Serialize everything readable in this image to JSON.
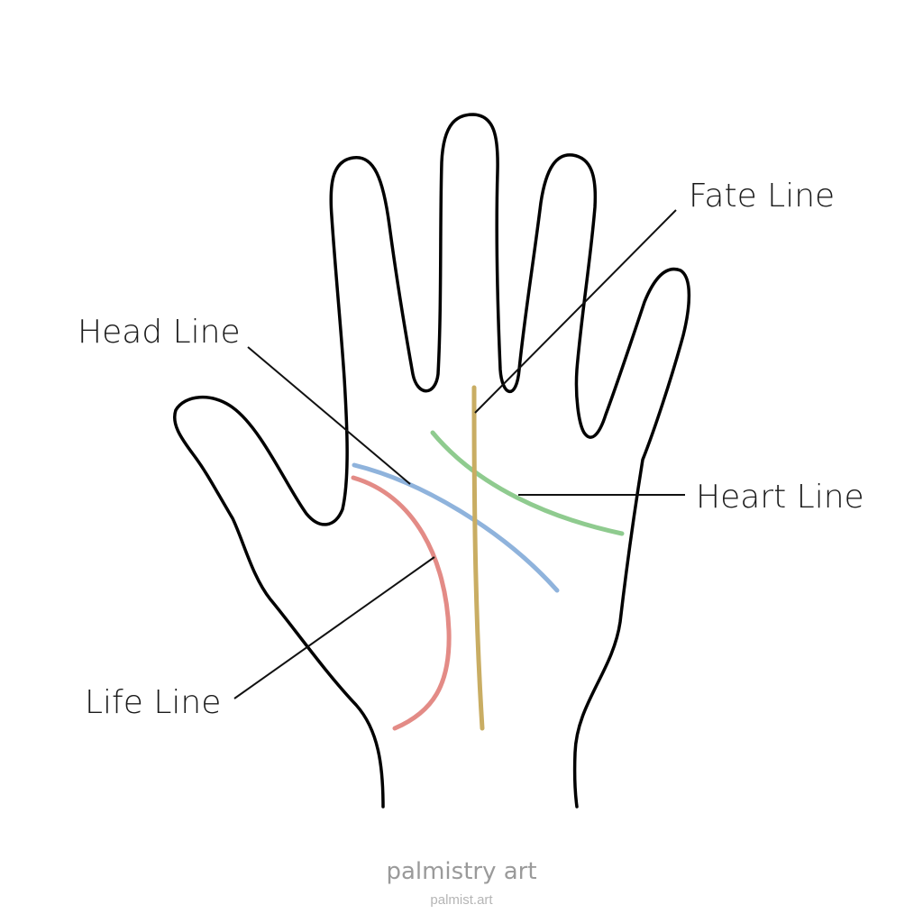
{
  "labels": {
    "fate": "Fate Line",
    "head": "Head Line",
    "heart": "Heart Line",
    "life": "Life Line"
  },
  "watermark": {
    "main": "palmistry art",
    "sub": "palmist.art"
  },
  "colors": {
    "outline": "#000000",
    "fate_line": "#c9ad63",
    "head_line": "#8fb3dc",
    "heart_line": "#8fcb8f",
    "life_line": "#e38b86"
  }
}
